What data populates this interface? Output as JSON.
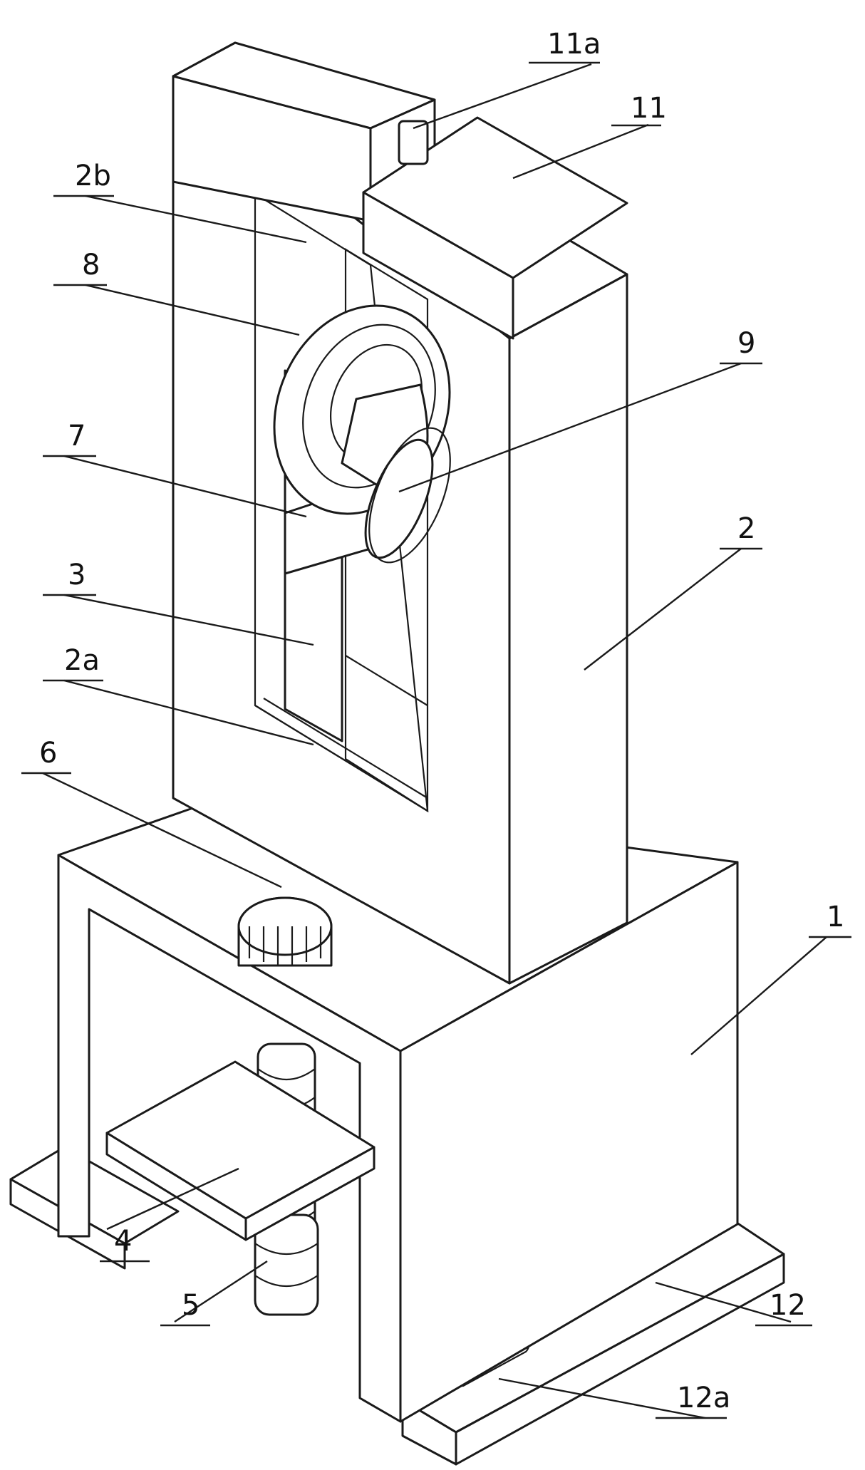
{
  "drawing": {
    "line_color": "#1a1a1a",
    "background": "#ffffff",
    "labels": {
      "l11a": "11a",
      "l11": "11",
      "l2b": "2b",
      "l8": "8",
      "l9": "9",
      "l7": "7",
      "l2": "2",
      "l3": "3",
      "l2a": "2a",
      "l6": "6",
      "l1": "1",
      "l4": "4",
      "l5": "5",
      "l12": "12",
      "l12a": "12a"
    }
  }
}
